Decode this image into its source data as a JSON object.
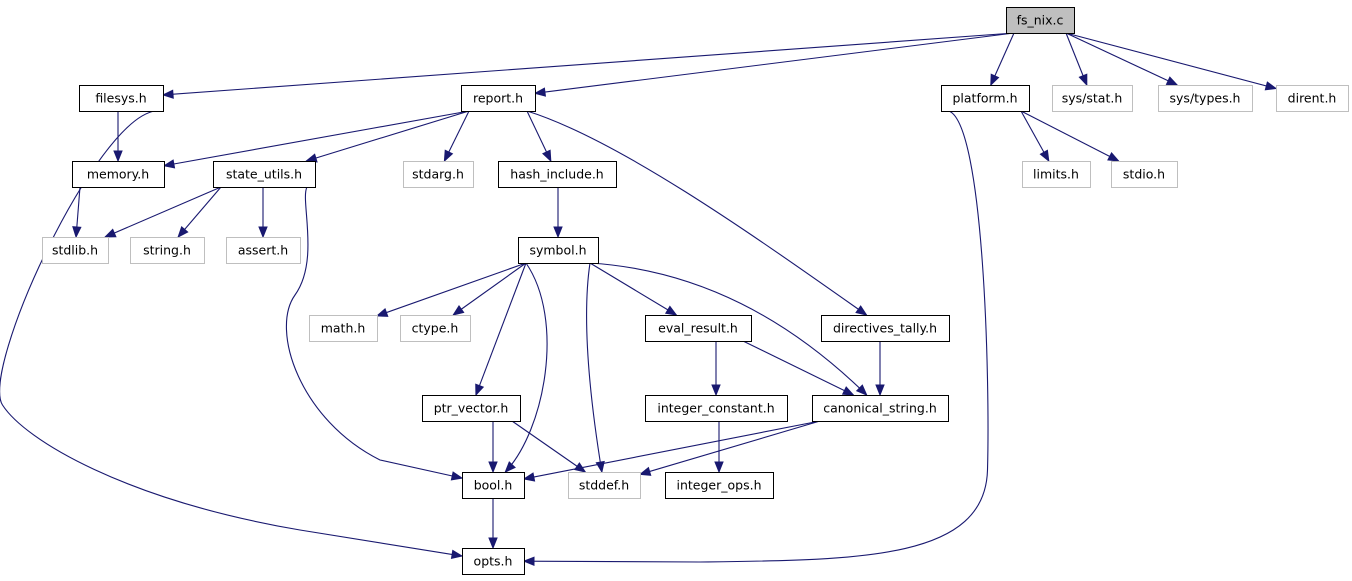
{
  "graph": {
    "nodes": [
      {
        "id": "fs_nix_c",
        "label": "fs_nix.c",
        "kind": "main"
      },
      {
        "id": "filesys_h",
        "label": "filesys.h",
        "kind": "local"
      },
      {
        "id": "report_h",
        "label": "report.h",
        "kind": "local"
      },
      {
        "id": "platform_h",
        "label": "platform.h",
        "kind": "local"
      },
      {
        "id": "sys_stat_h",
        "label": "sys/stat.h",
        "kind": "system"
      },
      {
        "id": "sys_types_h",
        "label": "sys/types.h",
        "kind": "system"
      },
      {
        "id": "dirent_h",
        "label": "dirent.h",
        "kind": "system"
      },
      {
        "id": "memory_h",
        "label": "memory.h",
        "kind": "local"
      },
      {
        "id": "state_utils_h",
        "label": "state_utils.h",
        "kind": "local"
      },
      {
        "id": "stdarg_h",
        "label": "stdarg.h",
        "kind": "system"
      },
      {
        "id": "hash_include_h",
        "label": "hash_include.h",
        "kind": "local"
      },
      {
        "id": "limits_h",
        "label": "limits.h",
        "kind": "system"
      },
      {
        "id": "stdio_h",
        "label": "stdio.h",
        "kind": "system"
      },
      {
        "id": "stdlib_h",
        "label": "stdlib.h",
        "kind": "system"
      },
      {
        "id": "string_h",
        "label": "string.h",
        "kind": "system"
      },
      {
        "id": "assert_h",
        "label": "assert.h",
        "kind": "system"
      },
      {
        "id": "symbol_h",
        "label": "symbol.h",
        "kind": "local"
      },
      {
        "id": "math_h",
        "label": "math.h",
        "kind": "system"
      },
      {
        "id": "ctype_h",
        "label": "ctype.h",
        "kind": "system"
      },
      {
        "id": "eval_result_h",
        "label": "eval_result.h",
        "kind": "local"
      },
      {
        "id": "directives_tally_h",
        "label": "directives_tally.h",
        "kind": "local"
      },
      {
        "id": "ptr_vector_h",
        "label": "ptr_vector.h",
        "kind": "local"
      },
      {
        "id": "integer_constant_h",
        "label": "integer_constant.h",
        "kind": "local"
      },
      {
        "id": "canonical_string_h",
        "label": "canonical_string.h",
        "kind": "local"
      },
      {
        "id": "bool_h",
        "label": "bool.h",
        "kind": "local"
      },
      {
        "id": "stddef_h",
        "label": "stddef.h",
        "kind": "system"
      },
      {
        "id": "integer_ops_h",
        "label": "integer_ops.h",
        "kind": "local"
      },
      {
        "id": "opts_h",
        "label": "opts.h",
        "kind": "local"
      }
    ],
    "edges": [
      {
        "from": "fs_nix_c",
        "to": "filesys_h"
      },
      {
        "from": "fs_nix_c",
        "to": "report_h"
      },
      {
        "from": "fs_nix_c",
        "to": "platform_h"
      },
      {
        "from": "fs_nix_c",
        "to": "sys_stat_h"
      },
      {
        "from": "fs_nix_c",
        "to": "sys_types_h"
      },
      {
        "from": "fs_nix_c",
        "to": "dirent_h"
      },
      {
        "from": "filesys_h",
        "to": "memory_h"
      },
      {
        "from": "filesys_h",
        "to": "opts_h"
      },
      {
        "from": "report_h",
        "to": "memory_h"
      },
      {
        "from": "report_h",
        "to": "state_utils_h"
      },
      {
        "from": "report_h",
        "to": "stdarg_h"
      },
      {
        "from": "report_h",
        "to": "hash_include_h"
      },
      {
        "from": "report_h",
        "to": "directives_tally_h"
      },
      {
        "from": "platform_h",
        "to": "limits_h"
      },
      {
        "from": "platform_h",
        "to": "stdio_h"
      },
      {
        "from": "platform_h",
        "to": "opts_h"
      },
      {
        "from": "memory_h",
        "to": "stdlib_h"
      },
      {
        "from": "state_utils_h",
        "to": "stdlib_h"
      },
      {
        "from": "state_utils_h",
        "to": "string_h"
      },
      {
        "from": "state_utils_h",
        "to": "assert_h"
      },
      {
        "from": "state_utils_h",
        "to": "bool_h"
      },
      {
        "from": "hash_include_h",
        "to": "symbol_h"
      },
      {
        "from": "symbol_h",
        "to": "math_h"
      },
      {
        "from": "symbol_h",
        "to": "ctype_h"
      },
      {
        "from": "symbol_h",
        "to": "eval_result_h"
      },
      {
        "from": "symbol_h",
        "to": "ptr_vector_h"
      },
      {
        "from": "symbol_h",
        "to": "bool_h"
      },
      {
        "from": "symbol_h",
        "to": "stddef_h"
      },
      {
        "from": "symbol_h",
        "to": "canonical_string_h"
      },
      {
        "from": "eval_result_h",
        "to": "integer_constant_h"
      },
      {
        "from": "eval_result_h",
        "to": "canonical_string_h"
      },
      {
        "from": "directives_tally_h",
        "to": "canonical_string_h"
      },
      {
        "from": "ptr_vector_h",
        "to": "bool_h"
      },
      {
        "from": "ptr_vector_h",
        "to": "stddef_h"
      },
      {
        "from": "integer_constant_h",
        "to": "integer_ops_h"
      },
      {
        "from": "canonical_string_h",
        "to": "bool_h"
      },
      {
        "from": "canonical_string_h",
        "to": "stddef_h"
      },
      {
        "from": "bool_h",
        "to": "opts_h"
      }
    ]
  }
}
